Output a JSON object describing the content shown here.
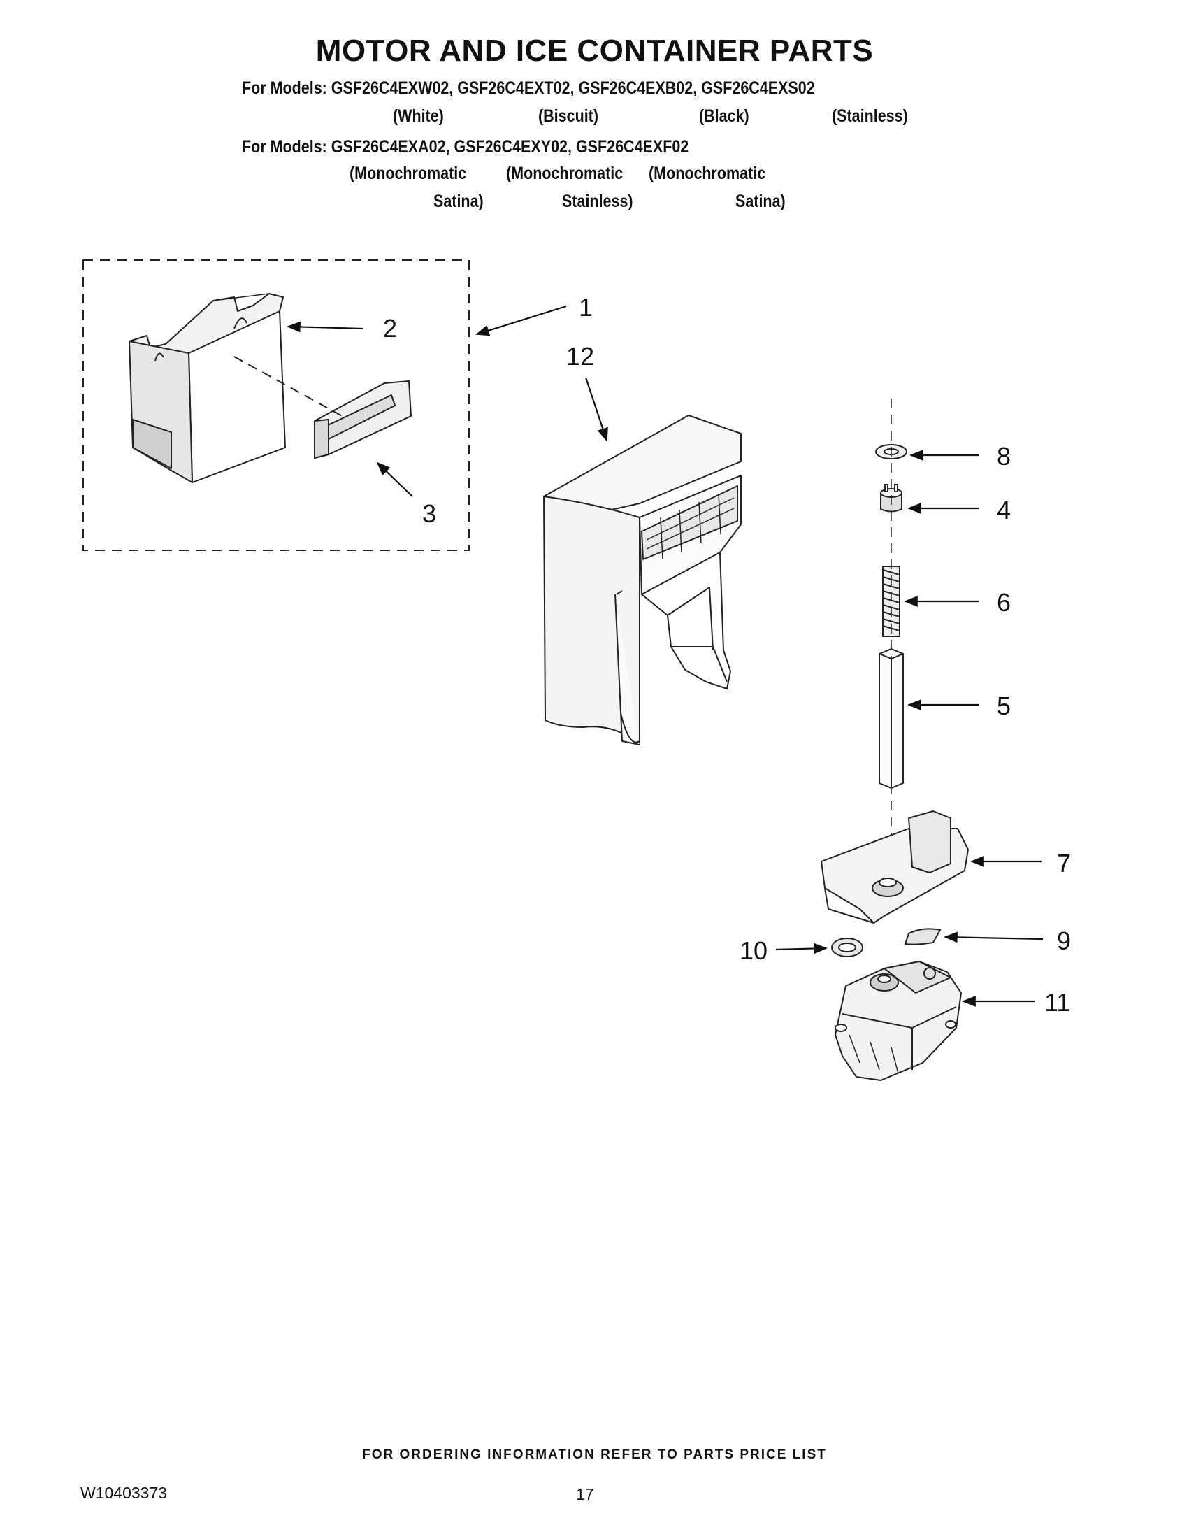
{
  "title": "MOTOR AND ICE CONTAINER PARTS",
  "models": {
    "line1": "For Models: GSF26C4EXW02, GSF26C4EXT02, GSF26C4EXB02, GSF26C4EXS02",
    "colors1": [
      "(White)",
      "(Biscuit)",
      "(Black)",
      "(Stainless)"
    ],
    "line2": "For Models: GSF26C4EXA02, GSF26C4EXY02, GSF26C4EXF02",
    "colors2a": [
      "(Monochromatic",
      "(Monochromatic",
      "(Monochromatic"
    ],
    "colors2b": [
      "Satina)",
      "Stainless)",
      "Satina)"
    ]
  },
  "callouts": [
    "1",
    "2",
    "3",
    "4",
    "5",
    "6",
    "7",
    "8",
    "9",
    "10",
    "11",
    "12"
  ],
  "footer": {
    "ordering_note": "FOR ORDERING INFORMATION REFER TO PARTS PRICE LIST",
    "document_number": "W10403373",
    "page_number": "17"
  }
}
